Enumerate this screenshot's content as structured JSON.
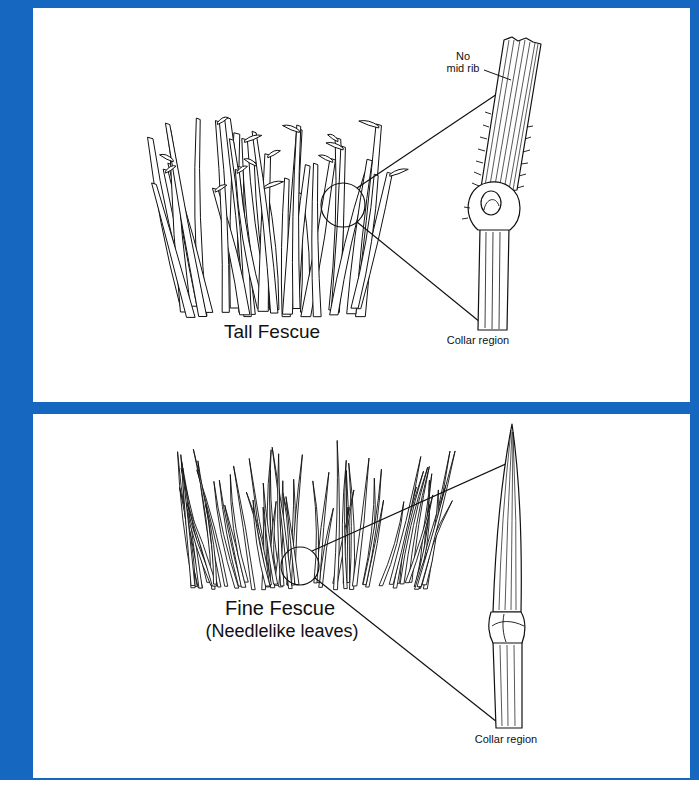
{
  "diagram": {
    "nodes": [
      {
        "text": [
          "No mid rib",
          "Tall Fescue",
          "Collar region"
        ]
      },
      {
        "text": [
          "Fine Fescue",
          "(Needlelike leaves)",
          "Collar region"
        ]
      }
    ]
  }
}
